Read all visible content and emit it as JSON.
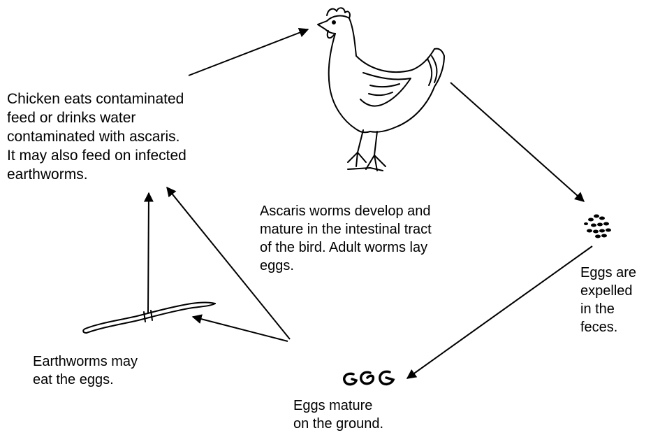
{
  "diagram": {
    "stages": [
      {
        "id": "chicken-eats",
        "text": "Chicken eats contaminated\nfeed or drinks water\ncontaminated with ascaris.\nIt may also feed on infected\nearthworms."
      },
      {
        "id": "develop",
        "text": "Ascaris worms develop and\nmature in the intestinal tract\nof the bird. Adult worms lay\neggs."
      },
      {
        "id": "expelled",
        "text": "Eggs are\nexpelled\nin the\nfeces."
      },
      {
        "id": "mature-ground",
        "text": "Eggs mature\non the ground."
      },
      {
        "id": "earthworms",
        "text": "Earthworms may\neat the eggs."
      }
    ],
    "line_color": "#000000",
    "background_color": "#ffffff"
  }
}
